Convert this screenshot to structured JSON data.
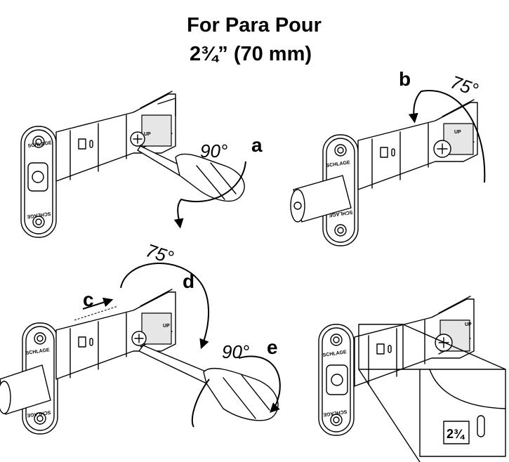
{
  "title": {
    "line1": "For Para  Pour",
    "line2": "2¾” (70 mm)"
  },
  "steps": {
    "a": "a",
    "b": "b",
    "c": "c",
    "d": "d",
    "e": "e"
  },
  "angles": {
    "a": "90°",
    "b": "75°",
    "d": "75°",
    "e": "90°"
  },
  "brand": "SCHLAGE",
  "up_label": "UP",
  "inset_marking": "2¾"
}
